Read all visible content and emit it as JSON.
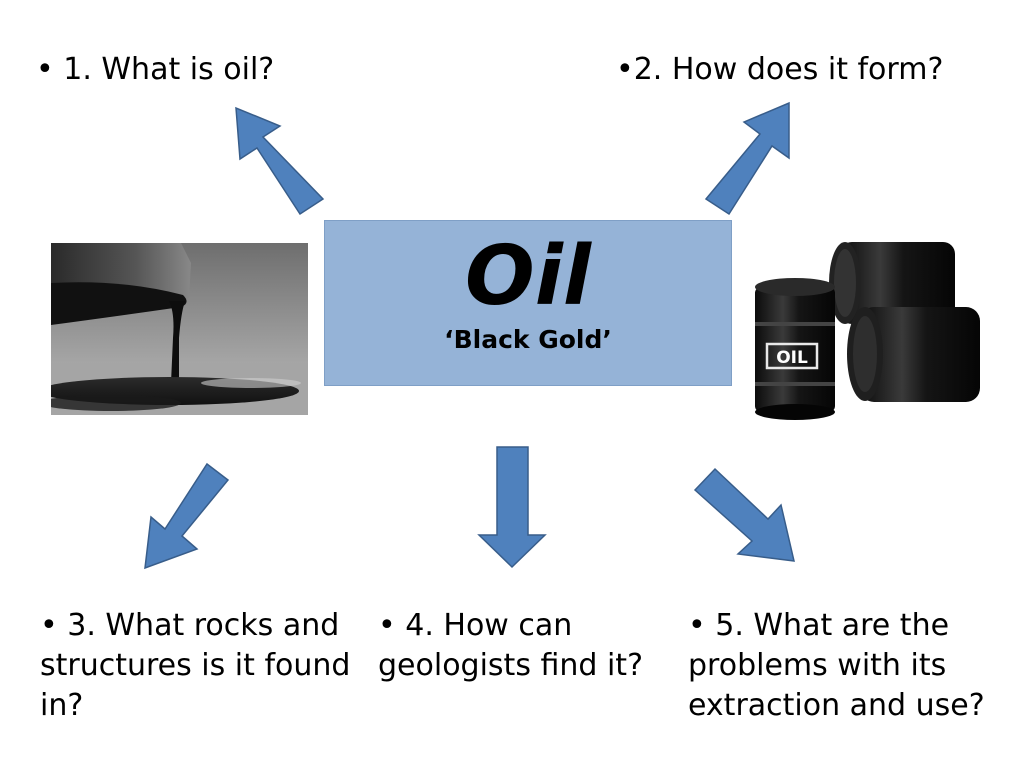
{
  "questions": {
    "q1": "• 1. What is oil?",
    "q2": "•2. How does it form?",
    "q3": "• 3. What rocks and structures is it found in?",
    "q4": "• 4. How can geologists find it?",
    "q5": "• 5. What are the problems with its extraction and use?"
  },
  "center": {
    "title": "Oil",
    "subtitle": "‘Black Gold’"
  },
  "images": {
    "barrel_label": "OIL"
  },
  "colors": {
    "arrow_fill": "#4f81bd",
    "arrow_stroke": "#385d8a",
    "box_fill": "#95b3d7"
  }
}
